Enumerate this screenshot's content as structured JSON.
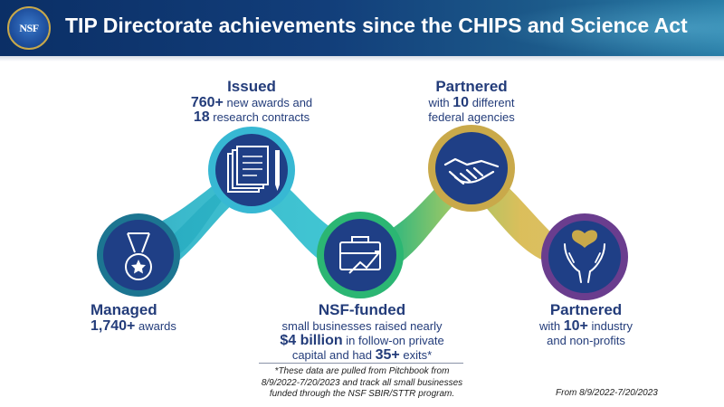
{
  "header": {
    "title": "TIP Directorate achievements since the CHIPS and Science Act",
    "logo_text": "NSF"
  },
  "items": {
    "managed": {
      "heading": "Managed",
      "value": "1,740+",
      "text": " awards"
    },
    "issued": {
      "heading": "Issued",
      "value1": "760+",
      "text1": " new awards and",
      "value2": "18",
      "text2": " research contracts"
    },
    "nsf_funded": {
      "heading": "NSF-funded",
      "line1": "small businesses raised nearly",
      "value1": "$4 billion",
      "text2": " in follow-on private",
      "text3": "capital and had ",
      "value2": "35+",
      "text4": " exits*"
    },
    "partnered_agencies": {
      "heading": "Partnered",
      "text1": "with ",
      "value": "10",
      "text2": " different",
      "text3": "federal agencies"
    },
    "partnered_industry": {
      "heading": "Partnered",
      "text1": "with ",
      "value": "10+",
      "text2": " industry",
      "text3": "and non-profits"
    }
  },
  "footnote": {
    "line1": "*These data are pulled from Pitchbook from",
    "line2": "8/9/2022-7/20/2023 and track all small businesses",
    "line3": "funded through the NSF SBIR/STTR program."
  },
  "date_range": "From 8/9/2022-7/20/2023",
  "icons": [
    "medal-icon",
    "documents-pen-icon",
    "briefcase-chart-icon",
    "handshake-icon",
    "hands-heart-icon"
  ],
  "colors": {
    "navy": "#233c7a",
    "icon_fill": "#1f3f86",
    "teal": "#23a1b3",
    "green": "#2bb673",
    "gold": "#c9a94a",
    "purple": "#6a3d8e"
  }
}
